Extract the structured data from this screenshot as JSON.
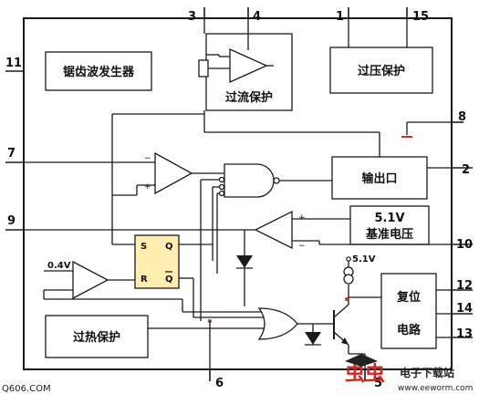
{
  "blocks": {
    "sawtooth": "锯齿波发生器",
    "overcurrent": "过流保护",
    "overvoltage": "过压保护",
    "output": "输出口",
    "reference": "基准电压",
    "reference_voltage": "5.1V",
    "reset_line1": "复位",
    "reset_line2": "电路",
    "overheat": "过热保护",
    "supply_label": "5.1V",
    "threshold": "0.4V"
  },
  "flipflop": {
    "s": "S",
    "r": "R",
    "q": "Q",
    "qbar": "Q"
  },
  "comparator_signs": {
    "plus": "+",
    "minus": "−"
  },
  "pins": {
    "p1": "1",
    "p2": "2",
    "p3": "3",
    "p4": "4",
    "p5": "5",
    "p6": "6",
    "p7": "7",
    "p8": "8",
    "p9": "9",
    "p10": "10",
    "p11": "11",
    "p12": "12",
    "p13": "13",
    "p14": "14",
    "p15": "15"
  },
  "watermark": {
    "left": "Q606.COM",
    "brand_cn": "电子下载站",
    "brand_url": "www.eeworm.com",
    "logo_text": "虫虫"
  },
  "colors": {
    "flipflop_fill": "#ffeeb0",
    "line": "#1a1a1a",
    "logo_red": "#d8261c"
  }
}
